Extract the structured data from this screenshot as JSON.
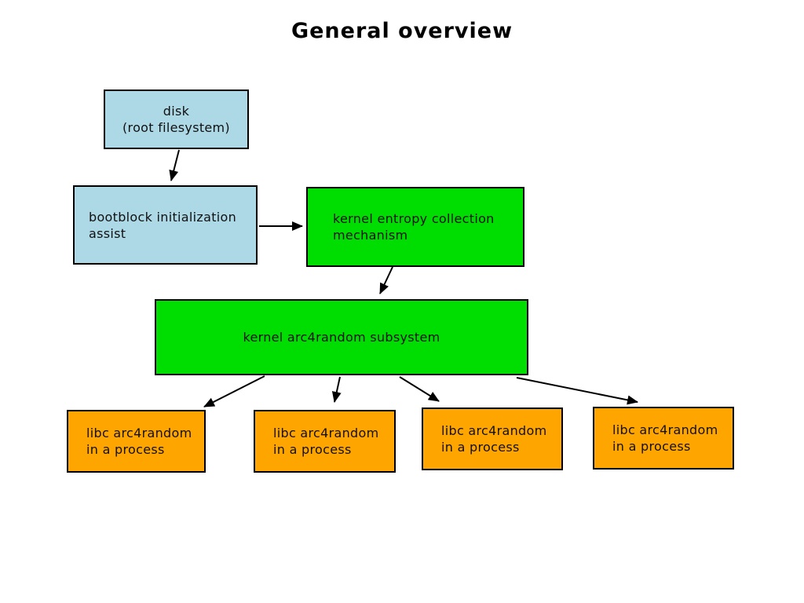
{
  "title": "General overview",
  "colors": {
    "background": "#ffffff",
    "border": "#000000",
    "arrow": "#000000",
    "box_lightblue": "#add8e6",
    "box_green": "#00dd00",
    "box_orange": "#ffa500"
  },
  "nodes": {
    "disk": {
      "label": "disk\n(root filesystem)",
      "color": "#add8e6"
    },
    "bootblock": {
      "label": "bootblock initialization\nassist",
      "color": "#add8e6"
    },
    "entropy": {
      "label": "kernel entropy collection\nmechanism",
      "color": "#00dd00"
    },
    "subsystem": {
      "label": "kernel arc4random subsystem",
      "color": "#00dd00"
    },
    "libc1": {
      "label": "libc arc4random\nin a process",
      "color": "#ffa500"
    },
    "libc2": {
      "label": "libc arc4random\nin a process",
      "color": "#ffa500"
    },
    "libc3": {
      "label": "libc arc4random\nin a process",
      "color": "#ffa500"
    },
    "libc4": {
      "label": "libc arc4random\nin a process",
      "color": "#ffa500"
    }
  },
  "edges": [
    {
      "from": "disk",
      "to": "bootblock"
    },
    {
      "from": "bootblock",
      "to": "entropy"
    },
    {
      "from": "entropy",
      "to": "subsystem"
    },
    {
      "from": "subsystem",
      "to": "libc1"
    },
    {
      "from": "subsystem",
      "to": "libc2"
    },
    {
      "from": "subsystem",
      "to": "libc3"
    },
    {
      "from": "subsystem",
      "to": "libc4"
    }
  ]
}
